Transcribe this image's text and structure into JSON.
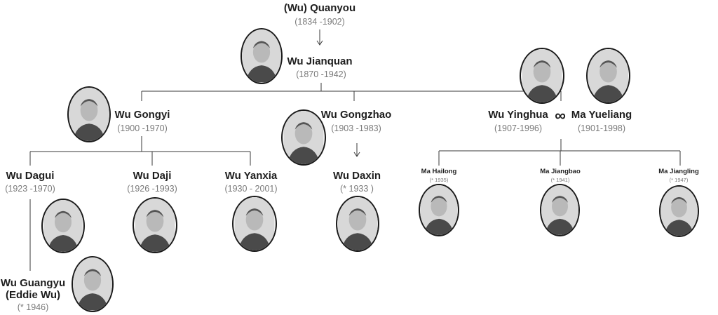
{
  "people": {
    "quanyou": {
      "name": "(Wu) Quanyou",
      "dates": "(1834 -1902)"
    },
    "jianquan": {
      "name": "Wu Jianquan",
      "dates": "(1870 -1942)"
    },
    "gongyi": {
      "name": "Wu Gongyi",
      "dates": "(1900 -1970)"
    },
    "gongzhao": {
      "name": "Wu Gongzhao",
      "dates": "(1903 -1983)"
    },
    "yinghua": {
      "name": "Wu Yinghua",
      "dates": "(1907-1996)"
    },
    "yueliang": {
      "name": "Ma Yueliang",
      "dates": "(1901-1998)"
    },
    "dagui": {
      "name": "Wu Dagui",
      "dates": "(1923 -1970)"
    },
    "daji": {
      "name": "Wu Daji",
      "dates": "(1926 -1993)"
    },
    "yanxia": {
      "name": "Wu Yanxia",
      "dates": "(1930 - 2001)"
    },
    "daxin": {
      "name": "Wu Daxin",
      "dates": "(* 1933 )"
    },
    "hailong": {
      "name": "Ma Hailong",
      "dates": "(* 1935)"
    },
    "jiangbao": {
      "name": "Ma Jiangbao",
      "dates": "(* 1941)"
    },
    "jiangling": {
      "name": "Ma Jiangling",
      "dates": "(* 1947)"
    },
    "guangyu": {
      "name_line1": "Wu Guangyu",
      "name_line2": "(Eddie Wu)",
      "dates": "(* 1946)"
    }
  },
  "marriage_symbol": "∞"
}
